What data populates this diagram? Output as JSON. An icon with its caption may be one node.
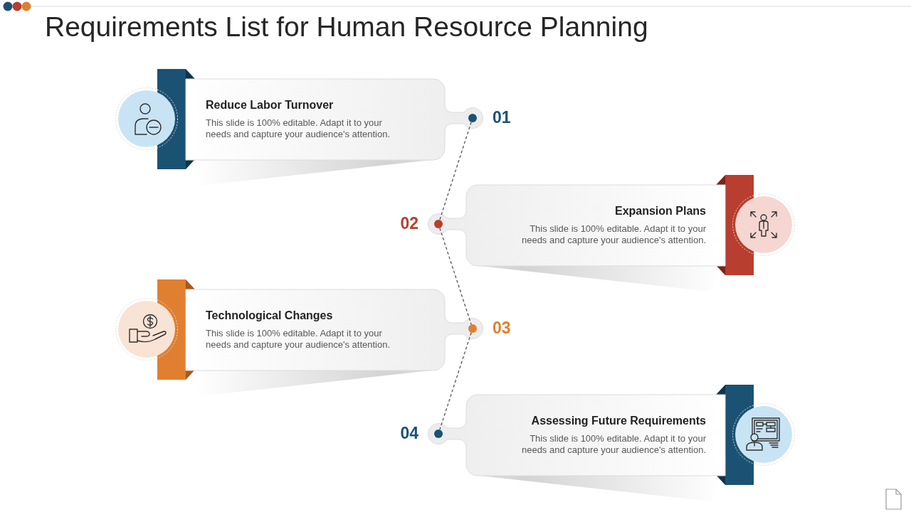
{
  "diagram": {
    "title": "Requirements List for Human Resource Planning",
    "nodes": [
      {
        "text": [
          "Reduce Labor Turnover",
          "This slide is 100% editable. Adapt it to your needs and capture your audience's attention."
        ]
      },
      {
        "text": [],
        "shape": "circle",
        "in": 0,
        "beside": [
          "01"
        ]
      },
      {
        "text": [
          "Expansion Plans",
          "This slide is 100% editable. Adapt it to your needs and capture your audience's attention."
        ]
      },
      {
        "text": [],
        "shape": "circle",
        "in": 2,
        "beside": [
          "02"
        ]
      },
      {
        "text": [
          "Technological Changes",
          "This slide is 100% editable. Adapt it to your needs and capture your audience's attention."
        ]
      },
      {
        "text": [],
        "shape": "circle",
        "in": 4,
        "beside": [
          "03"
        ]
      },
      {
        "text": [
          "Assessing Future Requirements",
          "This slide is 100% editable. Adapt it to your needs and capture your audience's attention."
        ]
      },
      {
        "text": [],
        "shape": "circle",
        "in": 6,
        "beside": [
          "04"
        ]
      }
    ],
    "edges": [
      {
        "from": 1,
        "to": 3,
        "arrow": "none",
        "style": "dashed"
      },
      {
        "from": 3,
        "to": 5,
        "arrow": "none",
        "style": "dashed"
      },
      {
        "from": 5,
        "to": 7,
        "arrow": "none",
        "style": "dashed"
      }
    ]
  }
}
